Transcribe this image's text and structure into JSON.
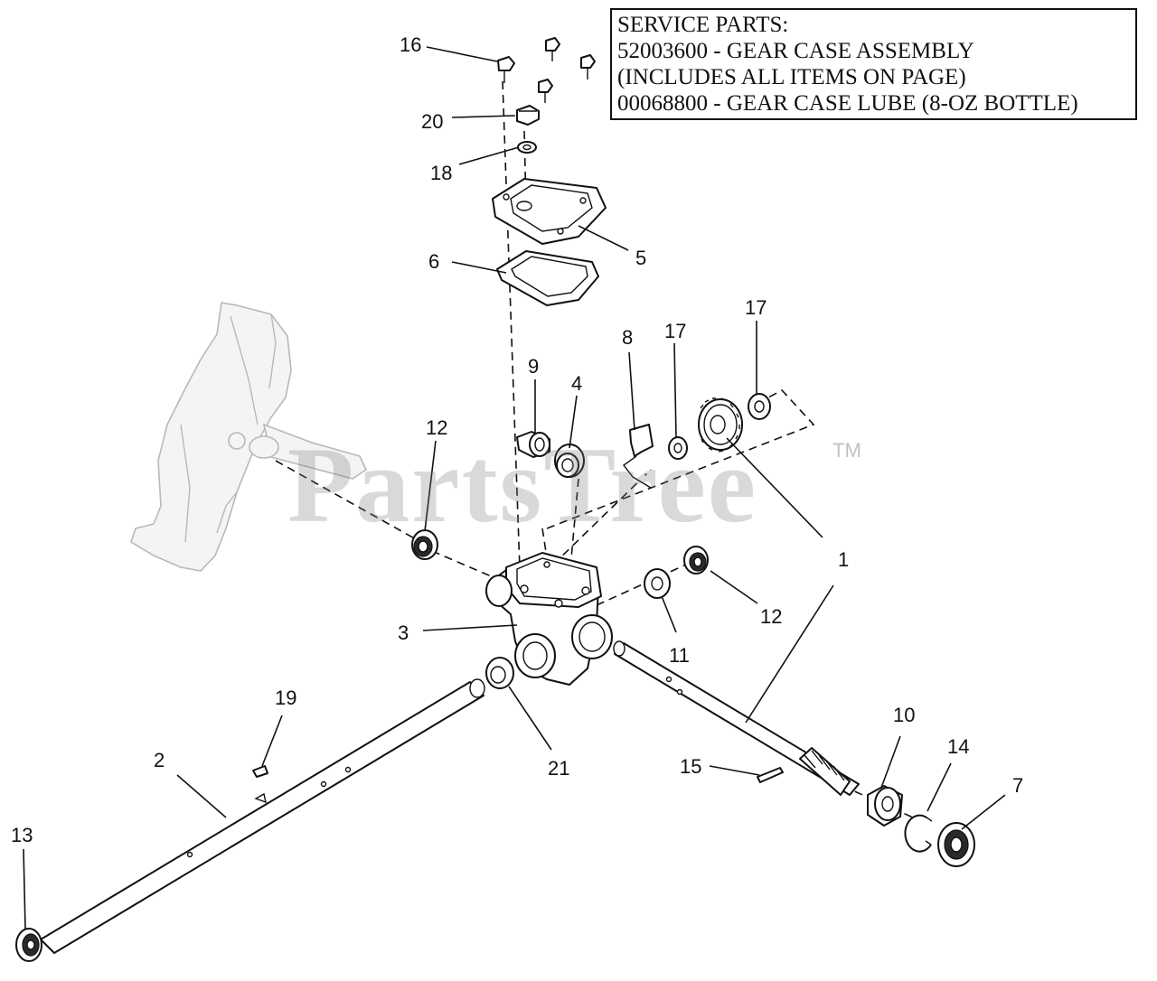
{
  "service_box": {
    "lines": [
      "SERVICE PARTS:",
      "52003600 - GEAR CASE ASSEMBLY",
      "(INCLUDES ALL ITEMS ON PAGE)",
      "00068800 - GEAR CASE LUBE (8-OZ BOTTLE)"
    ]
  },
  "watermark": {
    "text": "PartsTree",
    "tm": "TM"
  },
  "callouts": {
    "c16": "16",
    "c20": "20",
    "c18": "18",
    "c5": "5",
    "c6": "6",
    "c9": "9",
    "c4": "4",
    "c8": "8",
    "c17a": "17",
    "c17b": "17",
    "c12a": "12",
    "c12b": "12",
    "c1": "1",
    "c3": "3",
    "c11": "11",
    "c19": "19",
    "c2": "2",
    "c21": "21",
    "c10": "10",
    "c14": "14",
    "c15": "15",
    "c7": "7",
    "c13": "13"
  }
}
